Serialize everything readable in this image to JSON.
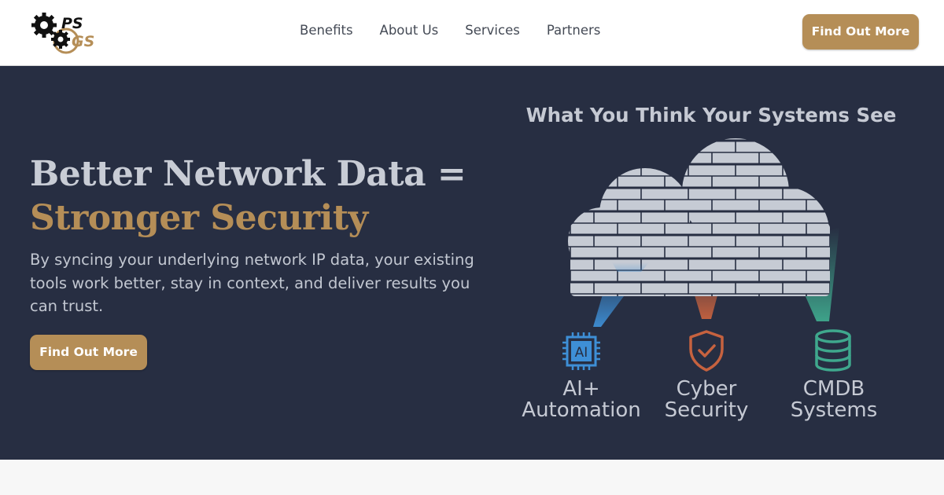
{
  "logo": {
    "text_top": "PS",
    "text_bottom": "GS",
    "icon": "gears-icon"
  },
  "nav": {
    "links": [
      "Benefits",
      "About Us",
      "Services",
      "Partners"
    ],
    "cta_label": "Find Out More"
  },
  "hero": {
    "headline_line1": "Better Network Data =",
    "headline_line2": "Stronger Security",
    "subtext": "By syncing your underlying network IP data, your existing tools work better, stay in context, and deliver results you can trust.",
    "cta_label": "Find Out More"
  },
  "figure": {
    "title": "What You Think Your Systems See",
    "chip_text": "AI",
    "items": [
      {
        "label": "AI+\nAutomation",
        "icon": "ai-chip-icon",
        "color": "#3e8fd6"
      },
      {
        "label": "Cyber\nSecurity",
        "icon": "shield-check-icon",
        "color": "#c6623f"
      },
      {
        "label": "CMDB\nSystems",
        "icon": "database-icon",
        "color": "#3fa88d"
      }
    ]
  },
  "colors": {
    "brand_gold": "#b58e57",
    "hero_bg": "#272e42",
    "cloud": "#c6cbd4"
  }
}
